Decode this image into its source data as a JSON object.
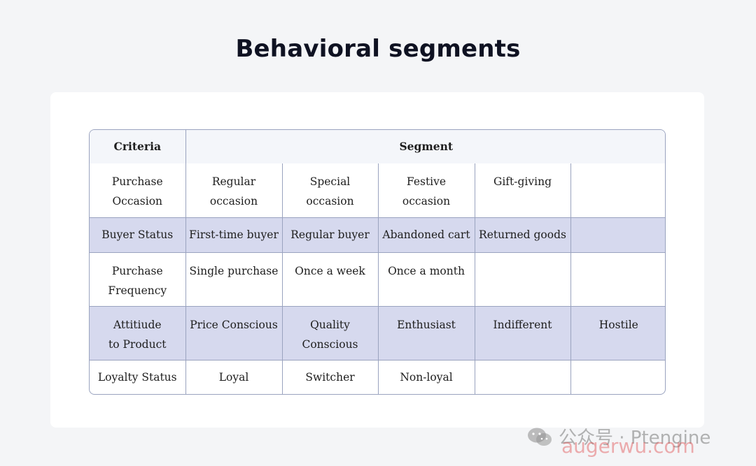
{
  "title": "Behavioral segments",
  "table": {
    "headers": {
      "criteria": "Criteria",
      "segment": "Segment"
    },
    "rows": [
      {
        "criteria": "Purchase\nOccasion",
        "cells": [
          "Regular\noccasion",
          "Special\noccasion",
          "Festive\noccasion",
          "Gift-giving",
          ""
        ]
      },
      {
        "criteria": "Buyer Status",
        "cells": [
          "First-time buyer",
          "Regular buyer",
          "Abandoned cart",
          "Returned goods",
          ""
        ]
      },
      {
        "criteria": "Purchase\nFrequency",
        "cells": [
          "Single purchase",
          "Once a week",
          "Once a month",
          "",
          ""
        ]
      },
      {
        "criteria": "Attitiude\nto Product",
        "cells": [
          "Price Conscious",
          "Quality\nConscious",
          "Enthusiast",
          "Indifferent",
          "Hostile"
        ]
      },
      {
        "criteria": "Loyalty Status",
        "cells": [
          "Loyal",
          "Switcher",
          "Non-loyal",
          "",
          ""
        ]
      }
    ]
  },
  "watermark": {
    "text": "公众号 · Ptengine",
    "site": "augerwu.com"
  }
}
